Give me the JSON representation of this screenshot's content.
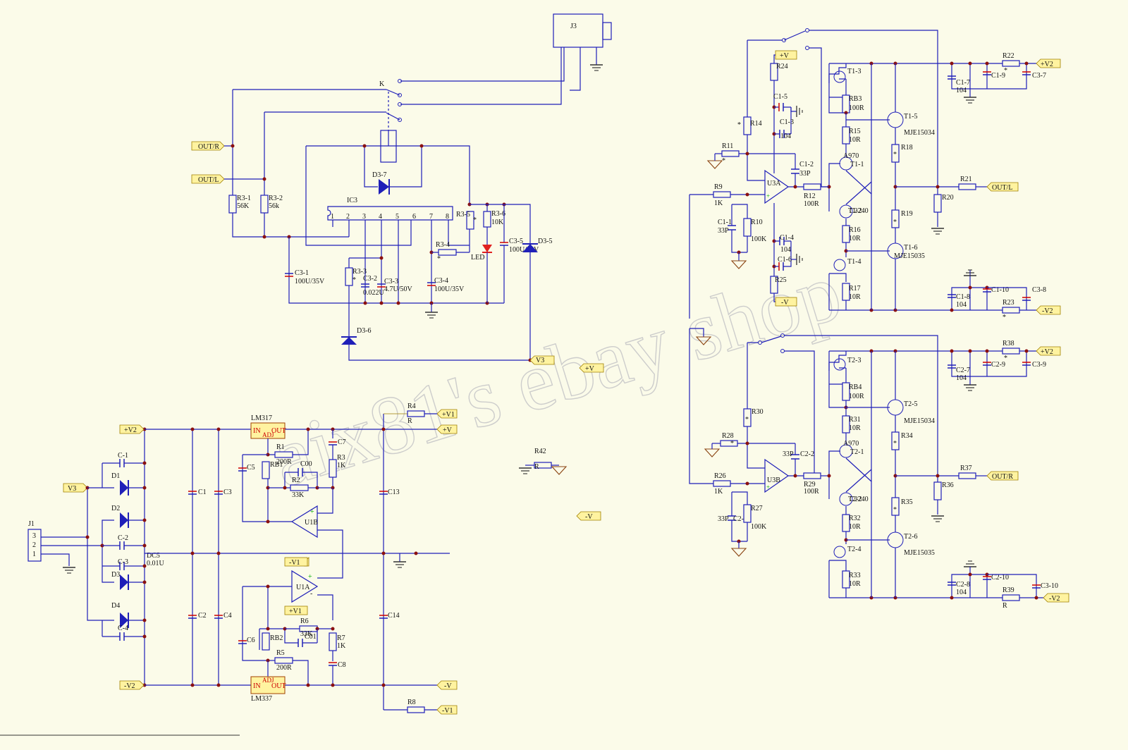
{
  "watermark": "aix81's ebay shop",
  "nets": {
    "out_r": "OUT/R",
    "out_l": "OUT/L",
    "v3": "V3",
    "pv": "+V",
    "mv": "-V",
    "pv1": "+V1",
    "mv1": "-V1",
    "pv2": "+V2",
    "mv2": "-V2"
  },
  "refs": {
    "J3": "J3",
    "K": "K",
    "IC3": "IC3",
    "D3_7": "D3-7",
    "D3_6": "D3-6",
    "D3_5": "D3-5",
    "R3_1": "R3-1",
    "R3_1v": "56K",
    "R3_2": "R3-2",
    "R3_2v": "56k",
    "R3_3": "R3-3",
    "R3_4": "R3-4",
    "R3_5": "R3-5",
    "R3_6": "R3-6",
    "R3_6v": "10K",
    "C3_1": "C3-1",
    "C3_1v": "100U/35V",
    "C3_2": "C3-2",
    "C3_2v": "0.022U",
    "C3_3": "C3-3",
    "C3_3v": "4.7U/50V",
    "C3_4": "C3-4",
    "C3_4v": "100U/35V",
    "C3_5": "C3-5",
    "C3_5v": "100U/35V",
    "LED": "LED",
    "J1": "J1",
    "D1": "D1",
    "D2": "D2",
    "D3": "D3",
    "D4": "D4",
    "C_1": "C-1",
    "C_2": "C-2",
    "C_3": "C-3",
    "C_4": "C-4",
    "DC5": "DC5",
    "DC5v": "0.01U",
    "C1": "C1",
    "C2": "C2",
    "C3": "C3",
    "C4": "C4",
    "C5": "C5",
    "C6": "C6",
    "C7": "C7",
    "C8": "C8",
    "C13": "C13",
    "C14": "C14",
    "C00": "C00",
    "C01": "C01",
    "IC1": "LM317",
    "IC2": "LM337",
    "in": "IN",
    "out": "OUT",
    "adj": "ADJ",
    "R1": "R1",
    "R1v": "200R",
    "R2": "R2",
    "R2v": "33K",
    "R3": "R3",
    "R3v": "1K",
    "R5": "R5",
    "R5v": "200R",
    "R6": "R6",
    "R6v": "33K",
    "R7": "R7",
    "R7v": "1K",
    "RB1": "RB1",
    "RB2": "RB2",
    "U1A": "U1A",
    "U1B": "U1B",
    "R4": "R4",
    "R4v": "R",
    "R8": "R8",
    "R42": "R42",
    "R42v": "R",
    "U3A": "U3A",
    "U3B": "U3B",
    "R9": "R9",
    "R9v": "1K",
    "R10": "R10",
    "R10v": "100K",
    "R11": "R11",
    "R12": "R12",
    "R12v": "100R",
    "R14": "R14",
    "R24": "R24",
    "R25": "R25",
    "C1_1": "C1-1",
    "C1_1v": "33P",
    "C1_2": "C1-2",
    "C1_2v": "33P",
    "C1_3": "C1-3",
    "C1_3v": "104",
    "C1_4": "C1-4",
    "C1_4v": "104",
    "C1_5": "C1-5",
    "C1_6": "C1-6",
    "T1_1": "T1-1",
    "T1_2": "T1-2",
    "T1_3": "T1-3",
    "T1_4": "T1-4",
    "T1_5": "T1-5",
    "T1_6": "T1-6",
    "A970": "A970",
    "C2240": "C2240",
    "MJE15034": "MJE15034",
    "MJE15035": "MJE15035",
    "RB3": "RB3",
    "RB3v": "100R",
    "R15": "R15",
    "R15v": "10R",
    "R16": "R16",
    "R16v": "10R",
    "R17": "R17",
    "R17v": "10R",
    "R18": "R18",
    "R19": "R19",
    "R20": "R20",
    "R21": "R21",
    "R22": "R22",
    "R23": "R23",
    "C1_7": "C1-7",
    "C1_7v": "104",
    "C1_8": "C1-8",
    "C1_8v": "104",
    "C1_9": "C1-9",
    "C1_10": "C1-10",
    "C3_7": "C3-7",
    "C3_8": "C3-8",
    "R26": "R26",
    "R26v": "1K",
    "R27": "R27",
    "R27v": "100K",
    "R28": "R28",
    "R29": "R29",
    "R29v": "100R",
    "R30": "R30",
    "C2_1": "C2-1",
    "C2_1v": "33P",
    "C2_2": "C2-2",
    "C2_2v": "33P",
    "T2_1": "T2-1",
    "T2_2": "T2-2",
    "T2_3": "T2-3",
    "T2_4": "T2-4",
    "T2_5": "T2-5",
    "T2_6": "T2-6",
    "RB4": "RB4",
    "RB4v": "100R",
    "R31": "R31",
    "R31v": "10R",
    "R32": "R32",
    "R32v": "10R",
    "R33": "R33",
    "R33v": "10R",
    "R34": "R34",
    "R35": "R35",
    "R36": "R36",
    "R37": "R37",
    "R38": "R38",
    "R39": "R39",
    "R39v": "R",
    "C2_7": "C2-7",
    "C2_7v": "104",
    "C2_8": "C2-8",
    "C2_8v": "104",
    "C2_9": "C2-9",
    "C2_10": "C2-10",
    "C3_9": "C3-9",
    "C3_10": "C3-10",
    "star": "*",
    "p1": "1",
    "p2": "2",
    "p3": "3",
    "p4": "4",
    "p5": "5",
    "p6": "6",
    "p7": "7",
    "p8": "8",
    "plus": "+",
    "minus": "-"
  },
  "colors": {
    "wire": "#1f1fb8",
    "junction": "#8b1010",
    "background": "#fbfbe9",
    "net_label": "#fff3a0",
    "led": "#e02020"
  }
}
